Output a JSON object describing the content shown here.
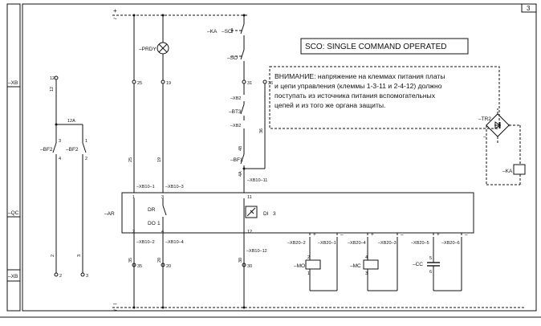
{
  "sheet": {
    "page_number": "3",
    "title": "SCO: SINGLE COMMAND OPERATED",
    "note_lines": [
      "ВНИМАНИЕ: напряжение на клеммах питания платы",
      "и цепи управления (клеммы 1-3-11 и 2-4-12) должно",
      "поступать из источника питания вспомогательных",
      "цепей и из того же органа защиты."
    ]
  },
  "margin_tags": {
    "xb_top": "–XB",
    "qc": "–QC",
    "xb_bottom": "–XB"
  },
  "bus": {
    "plus": "+",
    "minus": "–",
    "tilde": "~"
  },
  "devices": {
    "prdy": "–PRDY",
    "ka_top": "–KA",
    "sc": "–SC",
    "so": "–SO",
    "xb2_a": "–XB2",
    "bt3": "–BT3",
    "xb2_b": "–XB2",
    "bf1": "–BF1",
    "bf2_a": "–BF2",
    "bf2_b": "–BF2",
    "ar": "–AR",
    "tr2": "–TR2",
    "ka_coil": "–KA",
    "mo": "–MO",
    "mc": "–MC",
    "cc": "–CC"
  },
  "terminals": {
    "xb10_1": "–XB10–1",
    "xb10_3": "–XB10–3",
    "xb10_11": "–XB10–11",
    "xb10_2": "–XB10–2",
    "xb10_4": "–XB10–4",
    "xb10_12": "–XB10–12",
    "xb20_2": "–XB20–2",
    "xb20_1": "–XB20–1",
    "xb20_4": "–XB20–4",
    "xb20_3": "–XB20–3",
    "xb20_5": "–XB20–5",
    "xb20_6": "–XB20–6"
  },
  "ar_block": {
    "dr": "DR",
    "do": "DO",
    "di": "DI"
  },
  "numbers": {
    "n12": "12",
    "n12a": "12A",
    "n25": "25",
    "n19": "19",
    "n31": "31",
    "n36": "36",
    "n48": "48",
    "n4a": "4A",
    "n35": "35",
    "n20": "20",
    "n30": "30",
    "n1": "1",
    "n2": "2",
    "n3": "3",
    "n4": "4",
    "n5": "5",
    "n6": "6",
    "n11": "11"
  }
}
